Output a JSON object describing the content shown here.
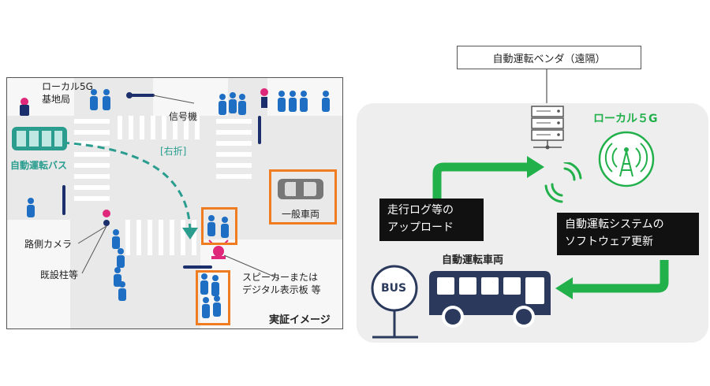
{
  "left": {
    "local5g_label_1": "ローカル5G",
    "local5g_label_2": "基地局",
    "signal_label": "信号機",
    "right_turn_label": "[右折]",
    "bus_label": "自動運転バス",
    "general_vehicle_label": "一般車両",
    "roadside_camera_label": "路側カメラ",
    "existing_pole_label": "既設柱等",
    "speaker_label_1": "スピーカーまたは",
    "speaker_label_2": "デジタル表示板 等",
    "caption": "実証イメージ"
  },
  "right": {
    "vendor_label": "自動運転ベンダ（遠隔）",
    "local5g_label": "ローカル５G",
    "upload_line_1": "走行ログ等の",
    "upload_line_2": "アップロード",
    "update_line_1": "自動運転システムの",
    "update_line_2": "ソフトウェア更新",
    "vehicle_label": "自動運転車両",
    "bus_stop_text": "BUS"
  },
  "colors": {
    "person": "#1e6fc4",
    "bus_teal": "#2a9d8f",
    "green": "#22b04b",
    "orange": "#f07c22",
    "navy": "#2b3a5c",
    "pole": "#1a2f6b",
    "red": "#e0287a"
  }
}
